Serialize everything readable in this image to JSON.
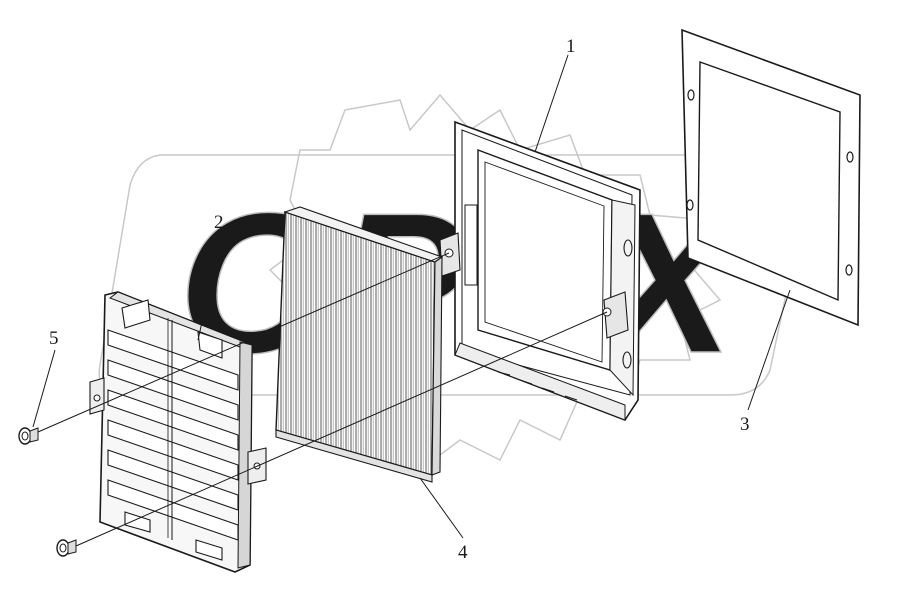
{
  "watermark": {
    "text": "OPEX",
    "color": "#e9e9e9",
    "stroke": "#b9b9b9"
  },
  "callouts": [
    {
      "id": "1",
      "label": "1"
    },
    {
      "id": "2",
      "label": "2"
    },
    {
      "id": "3",
      "label": "3"
    },
    {
      "id": "4",
      "label": "4"
    },
    {
      "id": "5",
      "label": "5"
    }
  ],
  "colors": {
    "line": "#1a1a1a",
    "shade": "#cfcfcf",
    "light": "#f2f2f2"
  }
}
